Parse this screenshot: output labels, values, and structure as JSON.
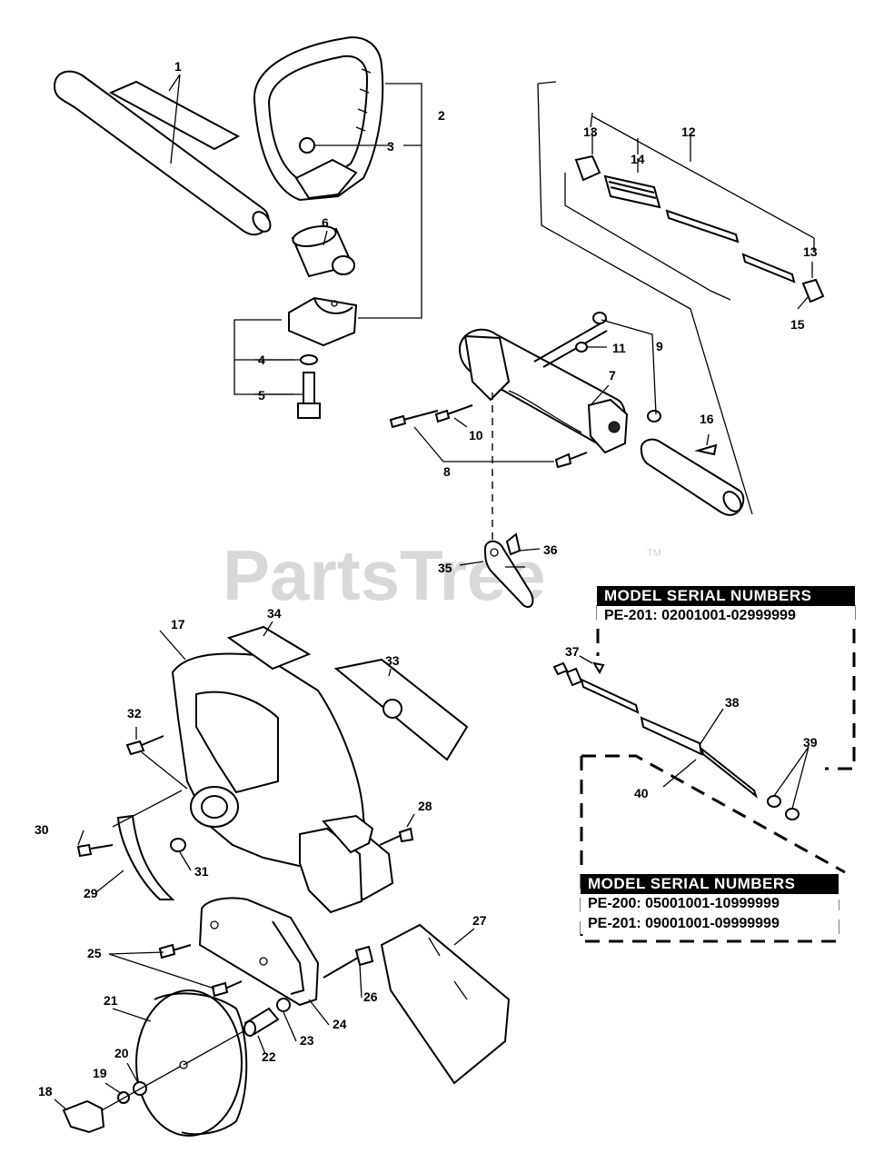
{
  "watermark": {
    "text": "PartsTree",
    "trademark": "TM"
  },
  "callouts": [
    "1",
    "2",
    "3",
    "4",
    "5",
    "6",
    "7",
    "8",
    "9",
    "10",
    "11",
    "12",
    "13",
    "14",
    "15",
    "16",
    "17",
    "18",
    "19",
    "20",
    "21",
    "22",
    "23",
    "24",
    "25",
    "26",
    "27",
    "28",
    "29",
    "30",
    "31",
    "32",
    "33",
    "34",
    "35",
    "36",
    "37",
    "38",
    "39",
    "40"
  ],
  "serial_box_1": {
    "header": "MODEL SERIAL NUMBERS",
    "rows": [
      "PE-201:  02001001-02999999"
    ]
  },
  "serial_box_2": {
    "header": "MODEL SERIAL NUMBERS",
    "rows": [
      "PE-200:  05001001-10999999",
      "PE-201:  09001001-09999999"
    ]
  }
}
